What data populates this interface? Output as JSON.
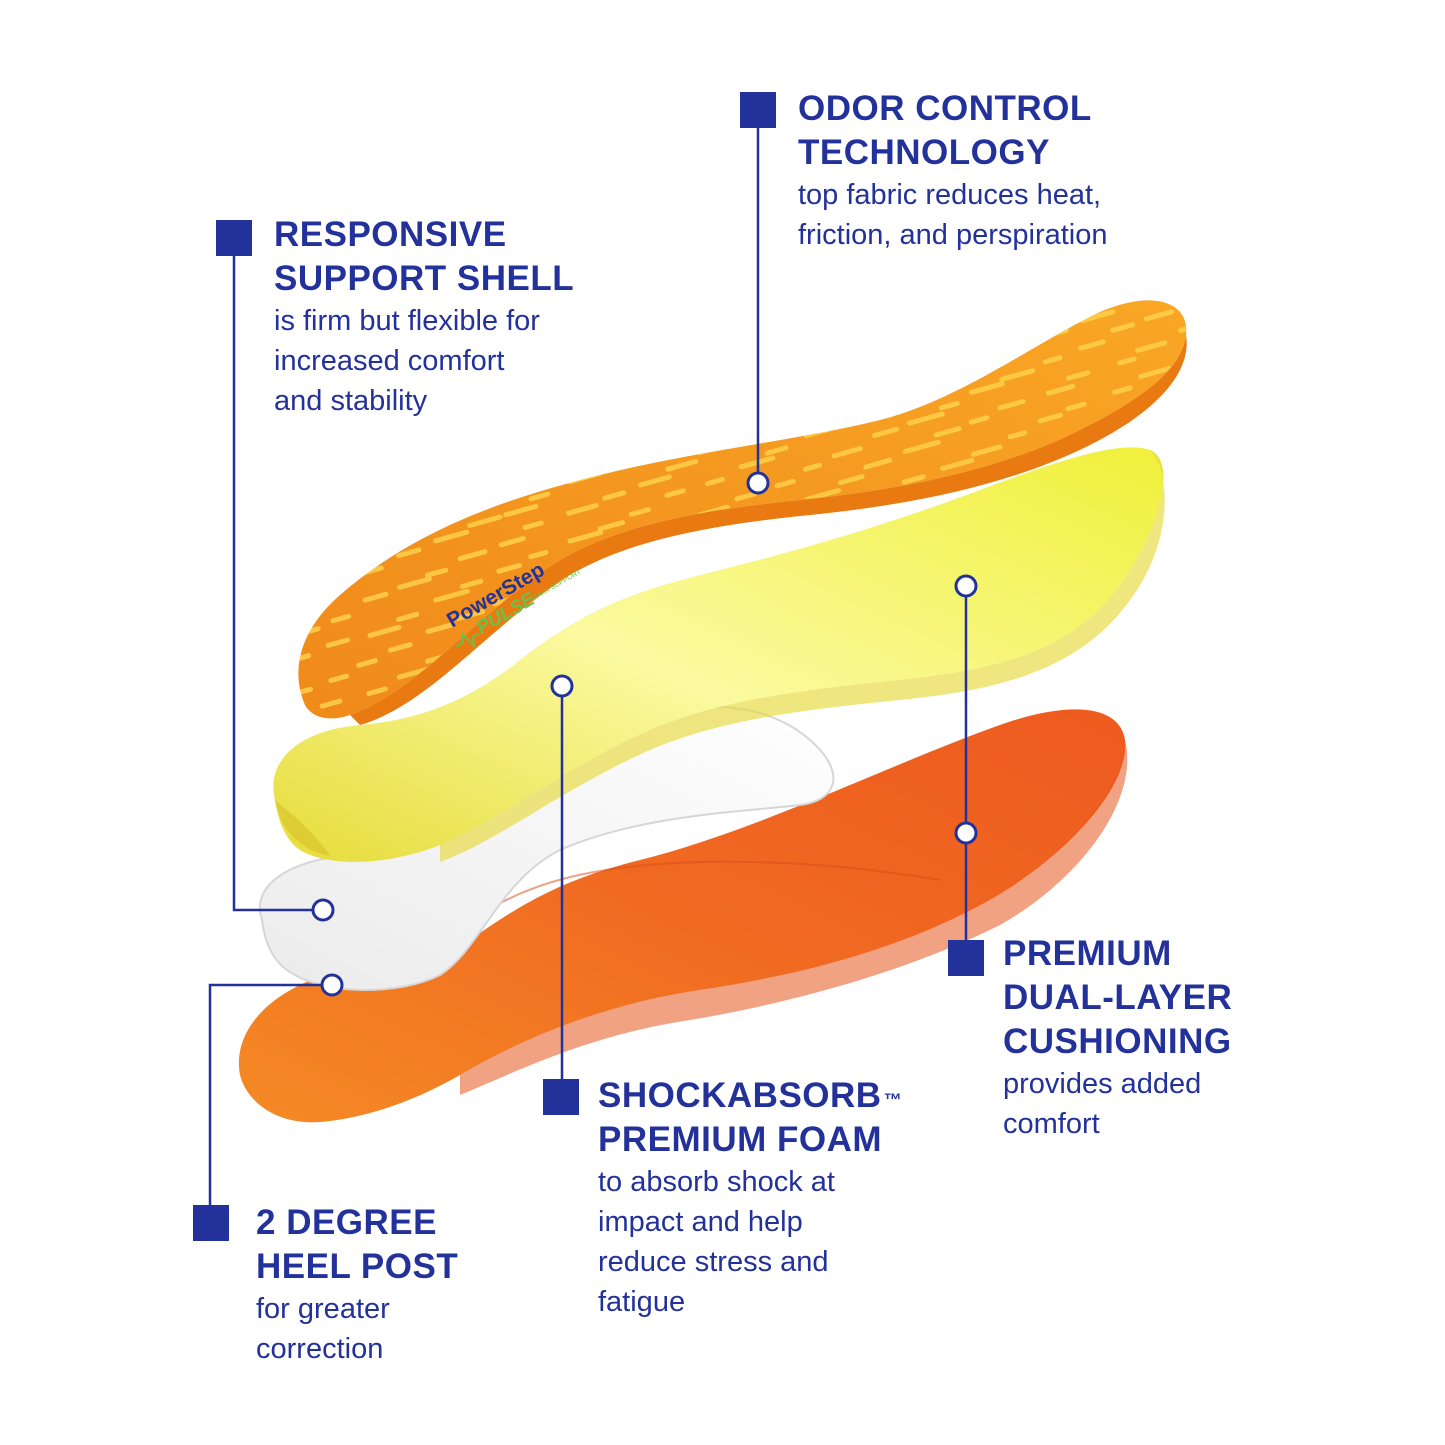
{
  "colors": {
    "label_blue": "#23319a",
    "top_layer_orange": "#f7961c",
    "top_layer_stripes": "#fdd14a",
    "foam_yellow": "#eaea3a",
    "shell_white": "#f2f2f2",
    "base_orange": "#f0621e"
  },
  "brand": {
    "name": "PowerStep",
    "product": "PULSE",
    "sub": "MAXX SUPPORT"
  },
  "callouts": {
    "odor": {
      "title": [
        "ODOR CONTROL",
        "TECHNOLOGY"
      ],
      "desc": [
        "top fabric reduces heat,",
        "friction, and perspiration"
      ]
    },
    "shell": {
      "title": [
        "RESPONSIVE",
        "SUPPORT SHELL"
      ],
      "desc": [
        "is firm but flexible for",
        "increased comfort",
        "and stability"
      ]
    },
    "cushion": {
      "title": [
        "PREMIUM",
        "DUAL-LAYER",
        "CUSHIONING"
      ],
      "desc": [
        "provides added",
        "comfort"
      ]
    },
    "foam": {
      "title": [
        "SHOCKABSORB",
        "PREMIUM FOAM"
      ],
      "trademark": "™",
      "desc": [
        "to absorb shock at",
        "impact and help",
        "reduce stress and",
        "fatigue"
      ]
    },
    "heel": {
      "title": [
        "2 DEGREE",
        "HEEL POST"
      ],
      "desc": [
        "for greater",
        "correction"
      ]
    }
  }
}
